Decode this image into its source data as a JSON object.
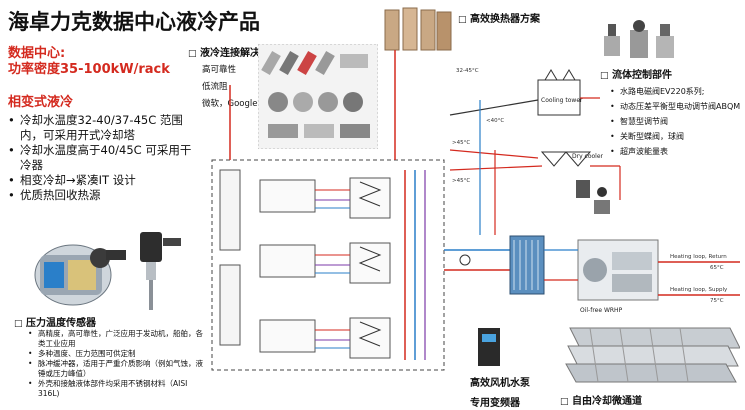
{
  "title": "海卓力克数据中心液冷产品",
  "datacenter": {
    "heading1": "数据中心:",
    "heading2": "功率密度35-100kW/rack"
  },
  "phase_change": {
    "heading": "相变式液冷",
    "items": [
      "冷却水温度32-40/37-45C 范围内，可采用开式冷却塔",
      "冷却水温度高于40/45C 可采用干冷器",
      "相变冷却→紧凑IT 设计",
      "优质热回收热源"
    ]
  },
  "liquid_connect": {
    "heading": "液冷连接解决方案",
    "items": [
      "高可靠性",
      "低流阻",
      "微软，Google等在使用"
    ]
  },
  "heat_exchanger": {
    "heading": "高效换热器方案"
  },
  "flow_control": {
    "heading": "流体控制部件",
    "items": [
      "水路电磁阀EV220系列;",
      "动态压差平衡型电动调节阀ABQM",
      "智慧型调节阀",
      "关断型蝶阀，球阀",
      "超声波能量表"
    ]
  },
  "sensor": {
    "heading": "压力温度传感器",
    "items": [
      "高精度，高可靠性，广泛应用于发动机，船舶，各类工业应用",
      "多种温度、压力范围可供定制",
      "脉冲缓冲器，适用于严重介质影响（例如气蚀，液锤或压力峰值）",
      "外壳和接触液体部件均采用不锈钢材料（AISI 316L)"
    ]
  },
  "pump": {
    "line1": "高效风机水泵",
    "line2": "专用变频器"
  },
  "microchannel": {
    "heading": "自由冷却微通道"
  },
  "schematic": {
    "cooling_tower": "Cooling tower",
    "dry_cooler": "Dry cooler",
    "oil_free": "Oil-free WRHP",
    "heating_return": "Heating loop, Return",
    "heating_supply": "Heating loop, Supply",
    "t1": "32-45°C",
    "t2": ">45°C",
    "t3": ">45°C",
    "t4": "<40°C",
    "t5": "75°C",
    "t6": "65°C"
  }
}
